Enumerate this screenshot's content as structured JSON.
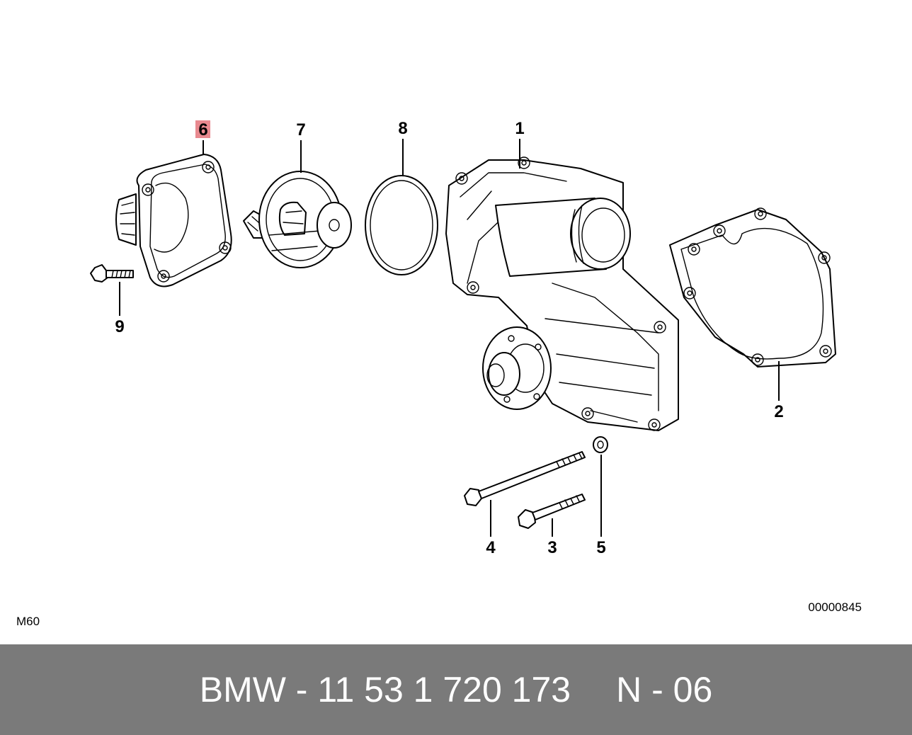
{
  "diagram": {
    "callouts": [
      {
        "id": "6",
        "label": "6",
        "highlighted": true
      },
      {
        "id": "7",
        "label": "7",
        "highlighted": false
      },
      {
        "id": "8",
        "label": "8",
        "highlighted": false
      },
      {
        "id": "1",
        "label": "1",
        "highlighted": false
      },
      {
        "id": "9",
        "label": "9",
        "highlighted": false
      },
      {
        "id": "2",
        "label": "2",
        "highlighted": false
      },
      {
        "id": "4",
        "label": "4",
        "highlighted": false
      },
      {
        "id": "3",
        "label": "3",
        "highlighted": false
      },
      {
        "id": "5",
        "label": "5",
        "highlighted": false
      }
    ],
    "engine_code": "M60",
    "diagram_number": "00000845",
    "highlight_color": "#e8898f"
  },
  "footer": {
    "part_number": "BMW - 11 53 1 720 173",
    "position": "N - 06",
    "background": "#7a7a7a",
    "text_color": "#ffffff"
  }
}
